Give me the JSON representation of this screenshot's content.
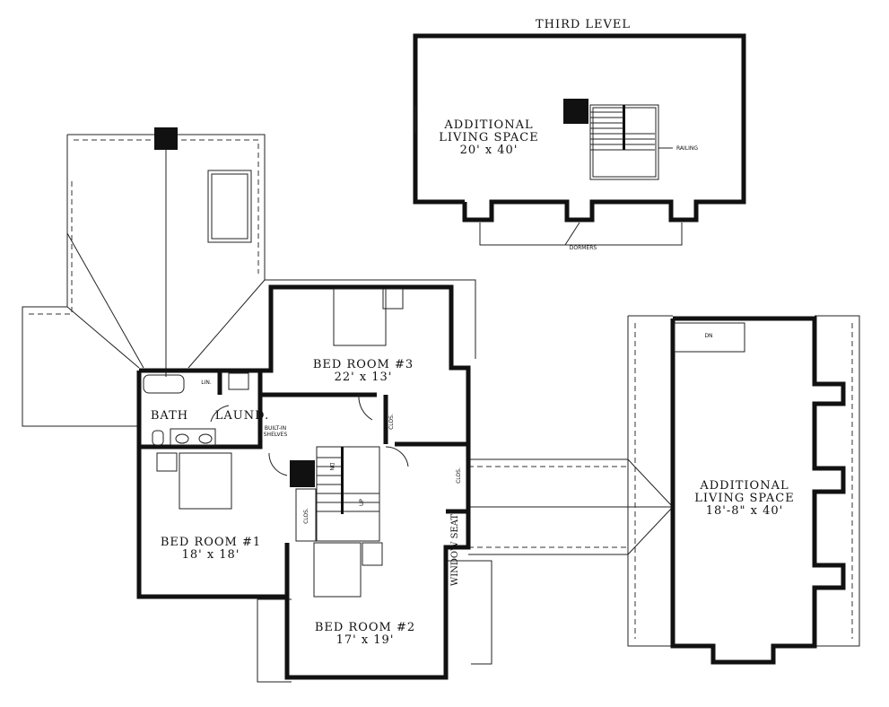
{
  "third_level": {
    "title": "THIRD LEVEL",
    "room_name": "ADDITIONAL LIVING SPACE",
    "room_name_1": "ADDITIONAL",
    "room_name_2": "LIVING SPACE",
    "room_size": "20' x 40'",
    "railing_label": "RAILING",
    "dormers_label": "DORMERS"
  },
  "second_level": {
    "bedroom3": {
      "name": "BED ROOM #3",
      "size": "22' x 13'"
    },
    "bath": "BATH",
    "laundry": "LAUND.",
    "linen": "LIN.",
    "shelves_1": "BUILT-IN",
    "shelves_2": "SHELVES",
    "closet": "CLOS.",
    "stair_down": "DN",
    "stair_up": "UP",
    "bedroom1": {
      "name": "BED ROOM #1",
      "size": "18' x 18'"
    },
    "bedroom2": {
      "name": "BED ROOM #2",
      "size": "17' x 19'"
    },
    "window_seat": "WINDOW SEAT"
  },
  "wing": {
    "room_name_1": "ADDITIONAL",
    "room_name_2": "LIVING SPACE",
    "room_size": "18'-8\" x 40'",
    "stair_down": "DN"
  }
}
